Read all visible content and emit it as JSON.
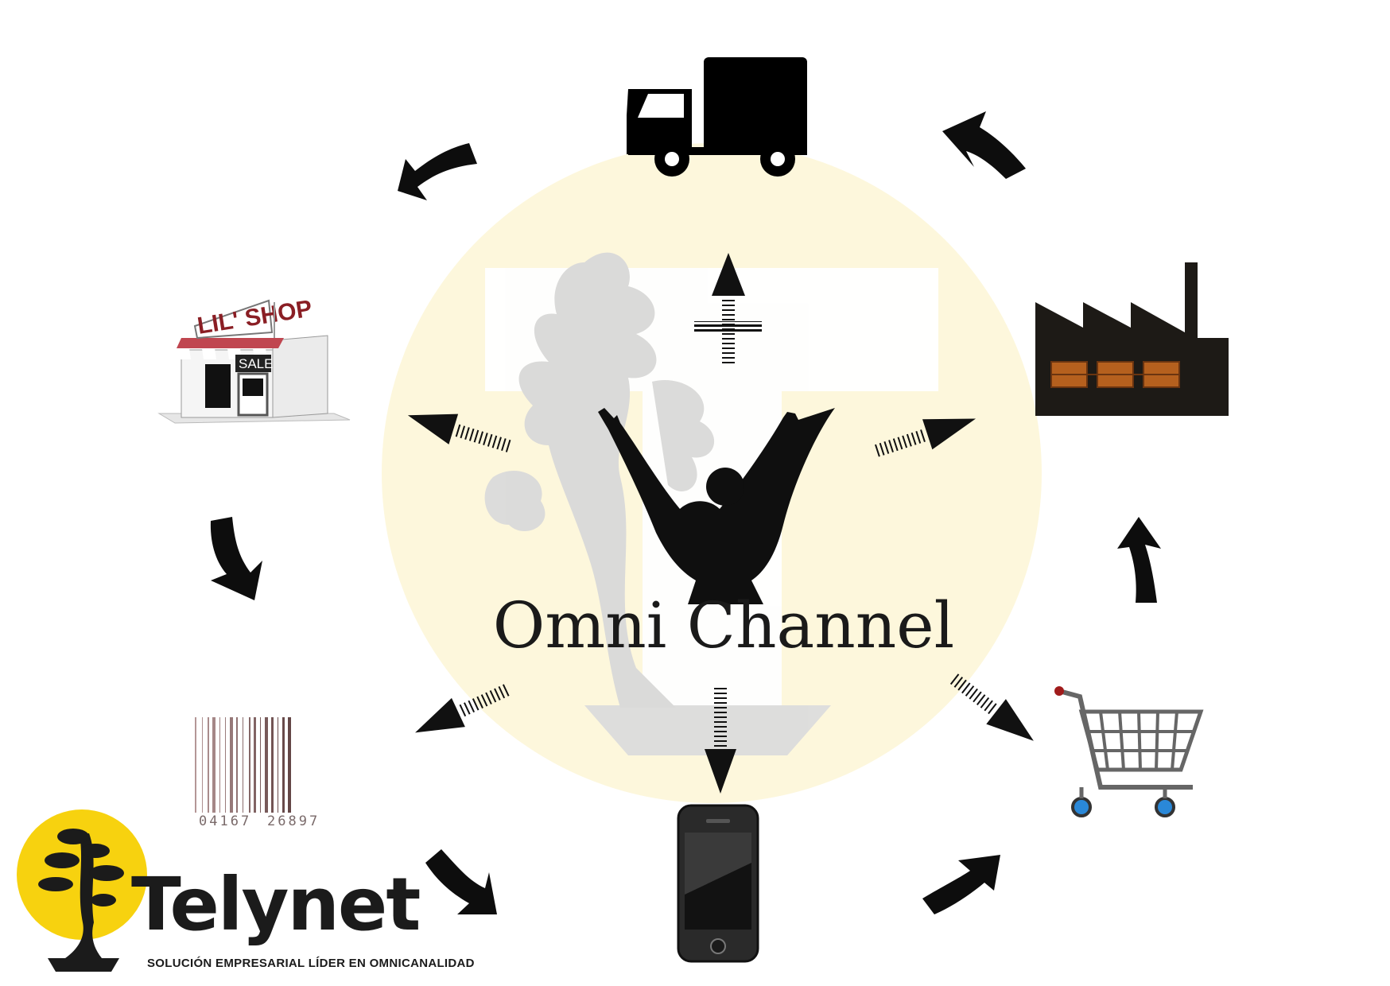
{
  "center_title": "Omni Channel",
  "shop": {
    "sign": "LIL' SHOP",
    "window_text": "SALE"
  },
  "barcode": {
    "left_digits": "04167",
    "right_digits": "26897"
  },
  "brand": {
    "name": "Telynet",
    "tagline": "SOLUCIÓN EMPRESARIAL LÍDER EN OMNICANALIDAD"
  },
  "colors": {
    "center_circle": "#fdf7dc",
    "brand_yellow": "#f7d20f",
    "factory_window": "#b5601e",
    "arrow": "#111111",
    "cart_wheel": "#2a88d8"
  },
  "icons": [
    "delivery-truck-icon",
    "store-icon",
    "factory-icon",
    "barcode-icon",
    "smartphone-icon",
    "shopping-cart-icon",
    "person-icon"
  ]
}
